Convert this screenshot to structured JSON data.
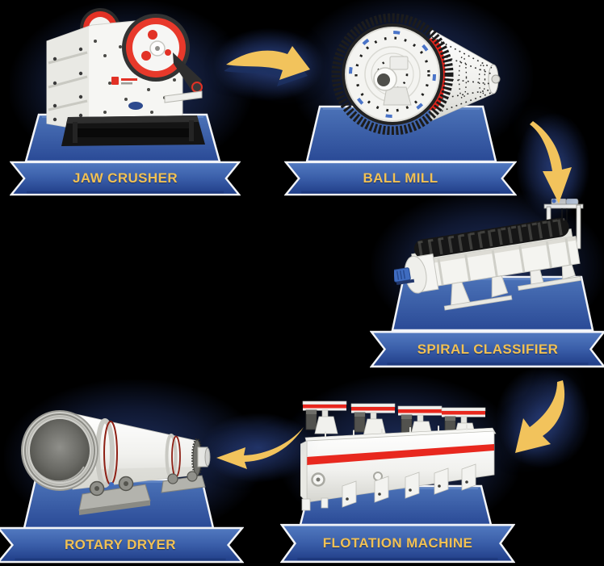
{
  "stations": [
    {
      "name": "jaw-crusher",
      "label": "JAW CRUSHER"
    },
    {
      "name": "ball-mill",
      "label": "BALL MILL"
    },
    {
      "name": "spiral-classifier",
      "label": "SPIRAL CLASSIFIER"
    },
    {
      "name": "flotation-machine",
      "label": "FLOTATION MACHINE"
    },
    {
      "name": "rotary-dryer",
      "label": "ROTARY DRYER"
    }
  ],
  "arrows": [
    {
      "from": "jaw-crusher",
      "to": "ball-mill",
      "direction": "right"
    },
    {
      "from": "ball-mill",
      "to": "spiral-classifier",
      "direction": "down"
    },
    {
      "from": "spiral-classifier",
      "to": "flotation-machine",
      "direction": "down-left"
    },
    {
      "from": "flotation-machine",
      "to": "rotary-dryer",
      "direction": "left"
    }
  ],
  "colors": {
    "background": "#000000",
    "ribbon_top": "#4F76BC",
    "ribbon_bottom": "#1F3C86",
    "ribbon_border": "#FFFFFF",
    "label_gold": "#F1C155",
    "arrow_gold": "#F2C35C",
    "pedestal_top": "#4C73B8",
    "pedestal_bottom": "#2A4A96",
    "glow_navy": "#223468",
    "machine_red": "#E8281E"
  }
}
